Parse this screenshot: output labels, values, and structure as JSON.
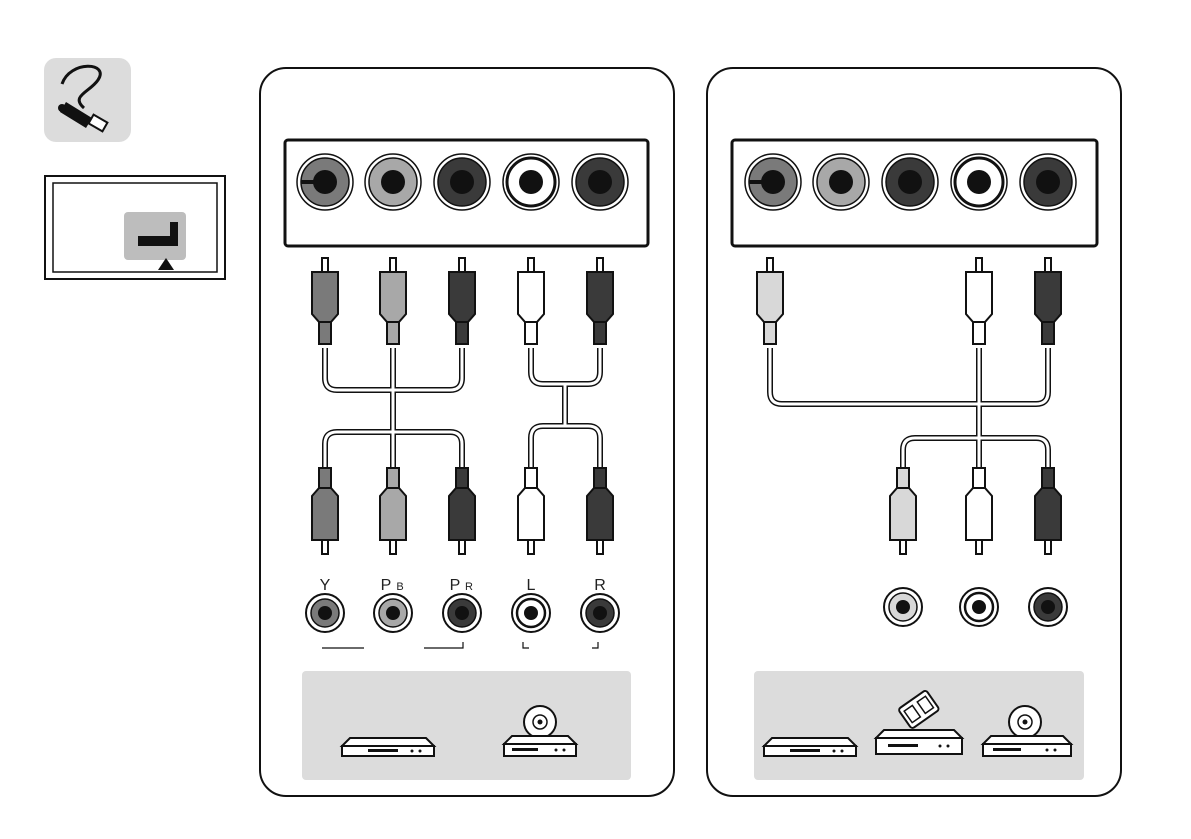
{
  "labels": {
    "y": "Y",
    "pb_main": "P",
    "pb_sub": "B",
    "pr_main": "P",
    "pr_sub": "R",
    "l": "L",
    "r": "R"
  },
  "colors": {
    "green": "#7a7a7a",
    "blue": "#a8a8a8",
    "red": "#3a3a3a",
    "white": "#ffffff",
    "yellow": "#d8d8d8",
    "device_bg": "#dcdcdc",
    "panel_border": "#222222"
  },
  "icons": {
    "cable": "cable-icon",
    "tv_port": "tv-port-location-icon",
    "vcr": "vcr-icon",
    "dvd": "dvd-player-icon",
    "camcorder": "camcorder-icon"
  }
}
